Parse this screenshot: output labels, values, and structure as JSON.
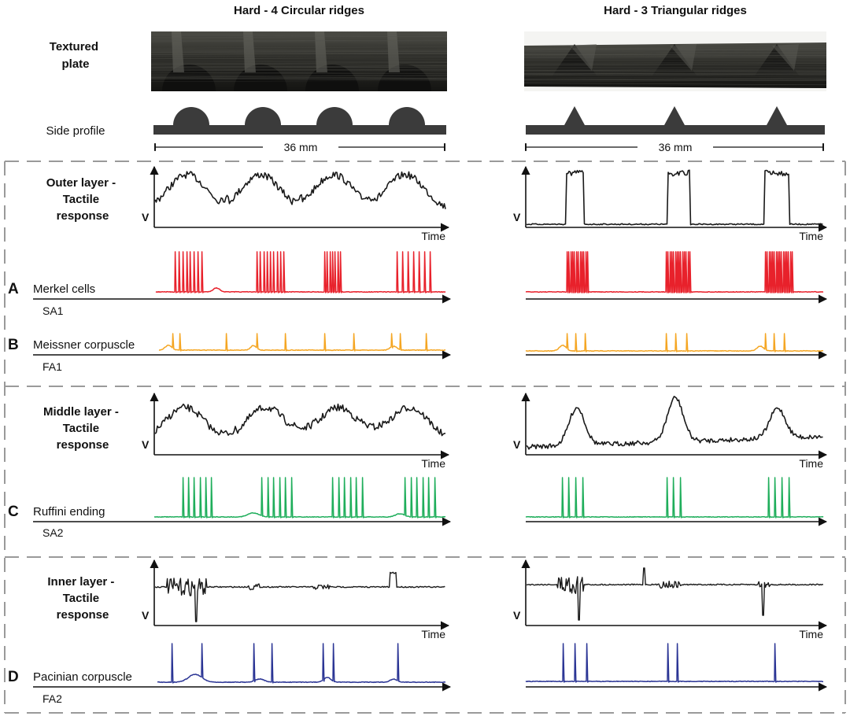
{
  "columns": [
    {
      "title": "Hard - 4 Circular ridges",
      "width_label": "36 mm"
    },
    {
      "title": "Hard - 3 Triangular ridges",
      "width_label": "36 mm"
    }
  ],
  "rows": {
    "plate": "Textured plate",
    "profile": "Side profile"
  },
  "layers": [
    {
      "lines": [
        "Outer layer -",
        "Tactile",
        "response"
      ]
    },
    {
      "lines": [
        "Middle layer -",
        "Tactile",
        "response"
      ]
    },
    {
      "lines": [
        "Inner layer -",
        "Tactile",
        "response"
      ]
    }
  ],
  "axis": {
    "v": "V",
    "time": "Time"
  },
  "receptors": [
    {
      "letter": "A",
      "name": "Merkel cells",
      "code": "SA1",
      "color": "#e8212b"
    },
    {
      "letter": "B",
      "name": "Meissner corpuscle",
      "code": "FA1",
      "color": "#f5a623"
    },
    {
      "letter": "C",
      "name": "Ruffini ending",
      "code": "SA2",
      "color": "#1fae5b"
    },
    {
      "letter": "D",
      "name": "Pacinian corpuscle",
      "code": "FA2",
      "color": "#2b3595"
    }
  ],
  "colors": {
    "trace": "#1a1a1a",
    "divider": "#9a9a9a",
    "plate": "#2a2a26"
  }
}
